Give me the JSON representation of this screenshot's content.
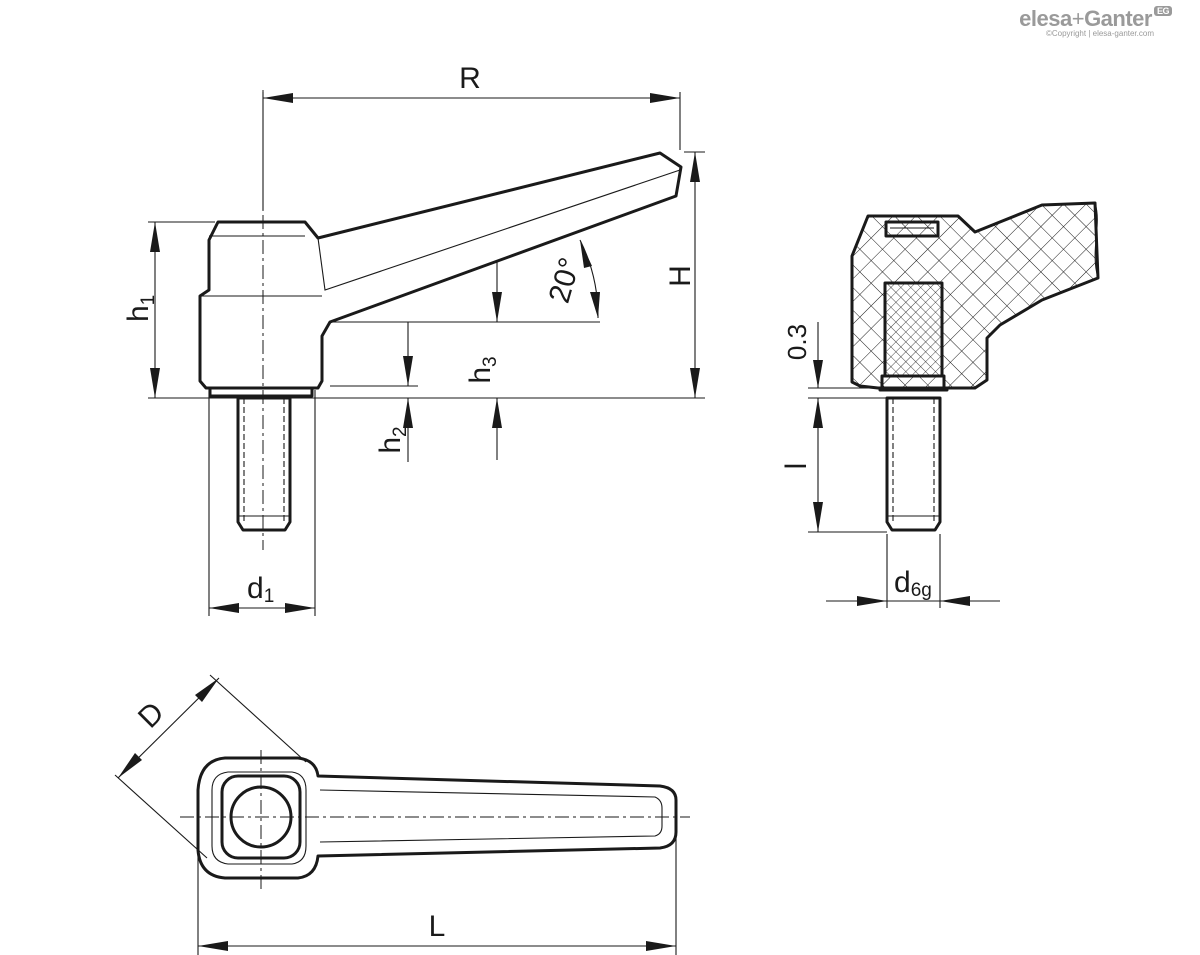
{
  "brand": {
    "name_left": "elesa",
    "plus": "+",
    "name_right": "Ganter",
    "badge": "EG",
    "copyright": "©Copyright | elesa-ganter.com"
  },
  "labels": {
    "R": "R",
    "H": "H",
    "h1_main": "h",
    "h1_sub": "1",
    "h2_main": "h",
    "h2_sub": "2",
    "h3_main": "h",
    "h3_sub": "3",
    "d1_main": "d",
    "d1_sub": "1",
    "d6g_main": "d",
    "d6g_sub": "6g",
    "angle": "20°",
    "gap": "0.3",
    "l": "l",
    "D": "D",
    "L": "L"
  }
}
